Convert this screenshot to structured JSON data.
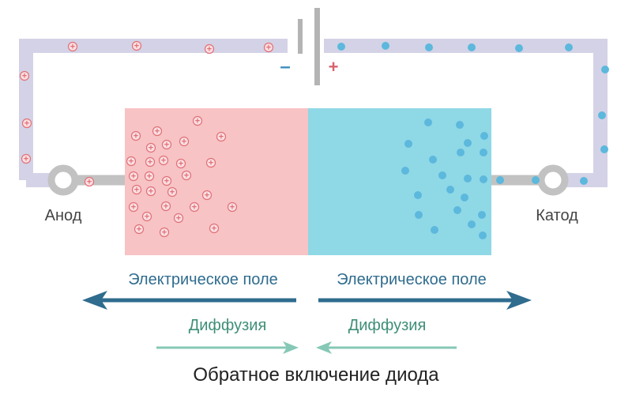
{
  "labels": {
    "anode": "Анод",
    "cathode": "Катод",
    "battery_minus": "–",
    "battery_plus": "+",
    "field_left": "Электрическое поле",
    "field_right": "Электрическое поле",
    "diffusion_left": "Диффузия",
    "diffusion_right": "Диффузия",
    "caption": "Обратное включение диода"
  },
  "particles": {
    "hole_symbol": "+"
  },
  "colors": {
    "wire": "#d4d2e6",
    "terminal": "#c2c2c2",
    "p_region": "#f7c3c5",
    "n_region": "#8fd8e6",
    "hole": "#e07078",
    "electron": "#5cb8dc",
    "field_arrow": "#2f6c8e",
    "field_text": "#2f6c8e",
    "diffusion_arrow": "#86c8b6",
    "diffusion_text": "#3f8f78",
    "caption_text": "#222222",
    "label_text": "#444444",
    "battery": "#b4b4b4",
    "battery_minus": "#3f8fc0",
    "battery_plus": "#d9636d"
  }
}
